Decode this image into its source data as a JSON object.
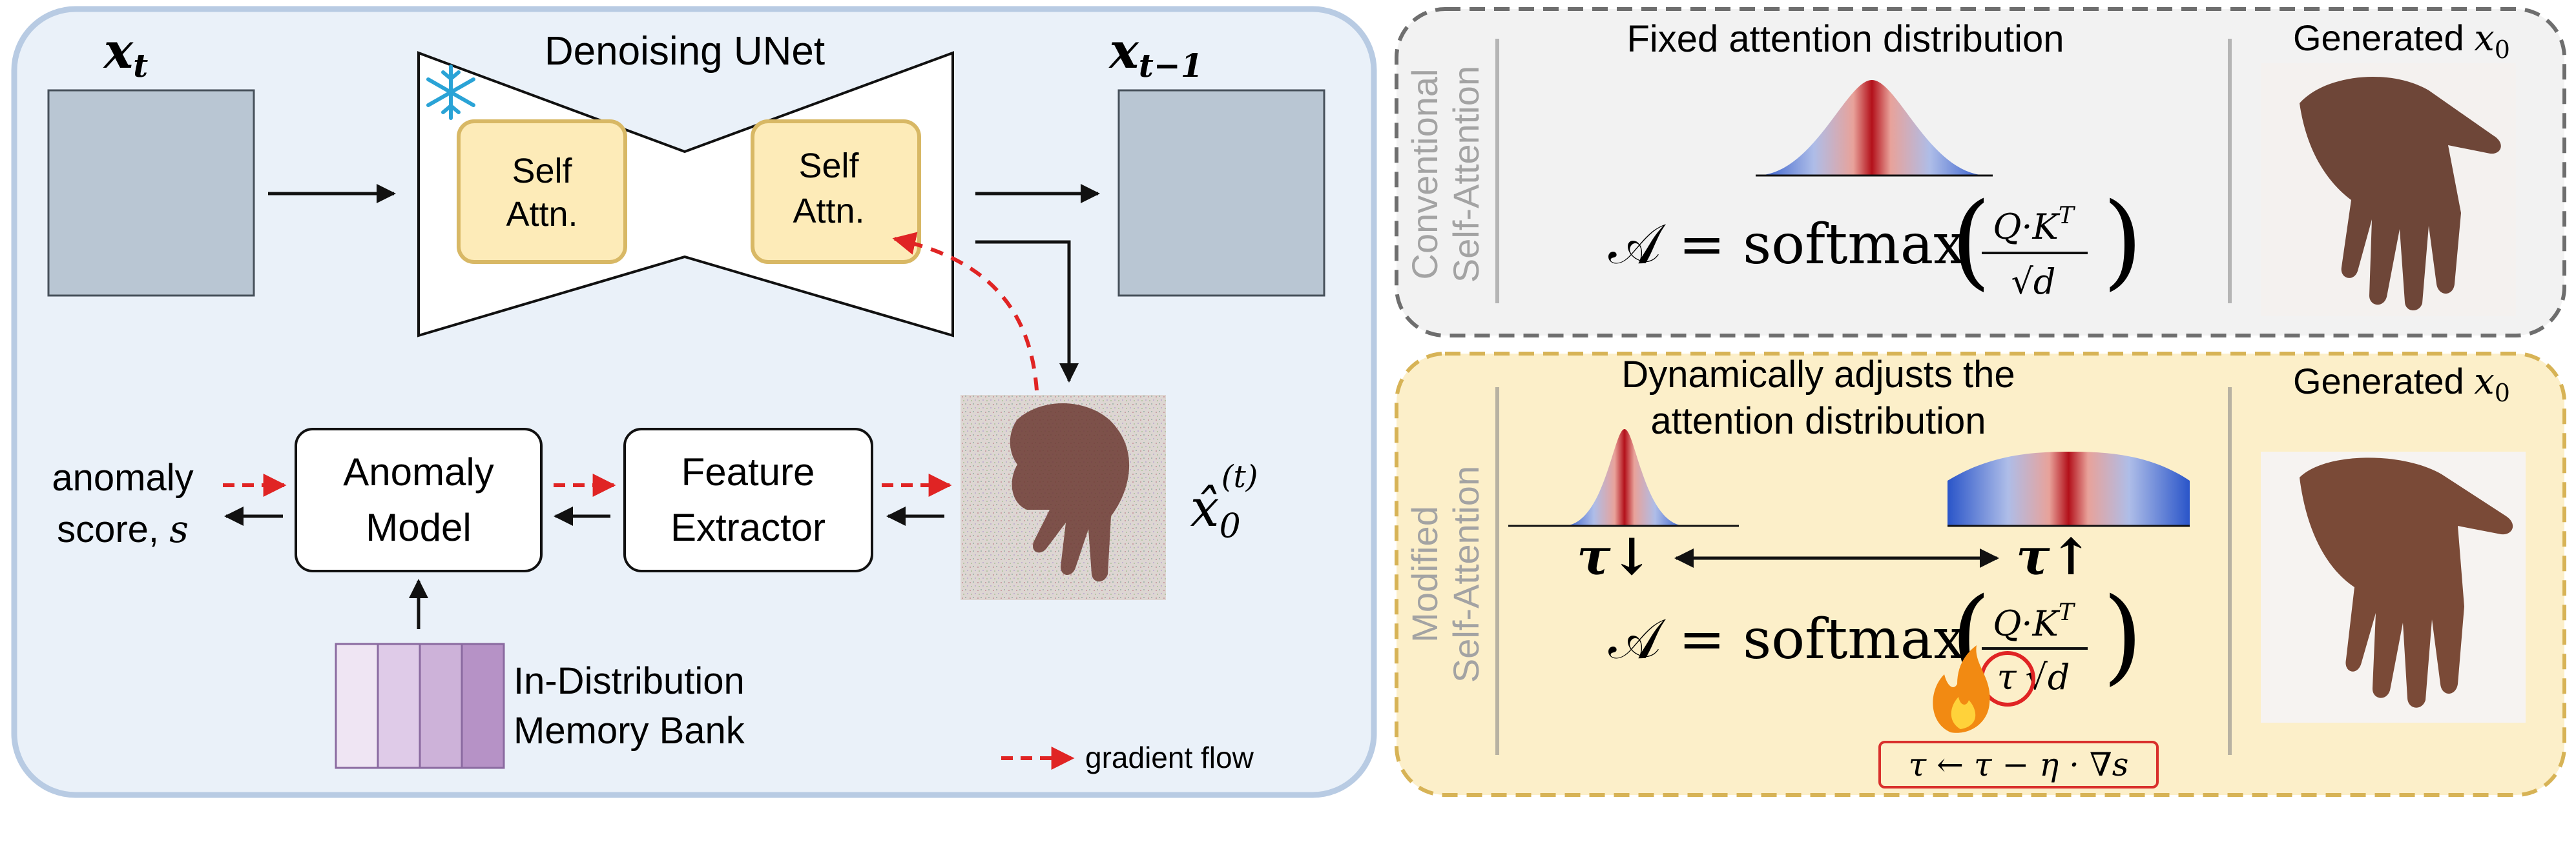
{
  "left_panel": {
    "input_label": "x",
    "input_sub": "t",
    "output_label": "x",
    "output_sub": "t−1",
    "unet_title": "Denoising UNet",
    "self_attn_left": [
      "Self",
      "Attn."
    ],
    "self_attn_right": [
      "Self",
      "Attn."
    ],
    "anomaly_model": [
      "Anomaly",
      "Model"
    ],
    "feature_extractor": [
      "Feature",
      "Extractor"
    ],
    "anomaly_score": [
      "anomaly",
      "score, "
    ],
    "anomaly_score_var": "s",
    "x0_hat": "x̂",
    "x0_hat_sub": "0",
    "x0_hat_sup": "(t)",
    "memory_bank": [
      "In-Distribution",
      "Memory Bank"
    ],
    "legend_gradient": "gradient flow",
    "icons": {
      "frozen": "snowflake-icon"
    }
  },
  "top_right_panel": {
    "side_label": [
      "Conventional",
      "Self-Attention"
    ],
    "heading": "Fixed attention distribution",
    "formula_lhs": "𝒜 = softmax",
    "formula_num": "Q·K",
    "formula_num_sup": "T",
    "formula_den": "√d",
    "generated_label": "Generated ",
    "generated_var": "x",
    "generated_sub": "0"
  },
  "bottom_right_panel": {
    "side_label": [
      "Modified",
      "Self-Attention"
    ],
    "heading": [
      "Dynamically adjusts the",
      "attention distribution"
    ],
    "tau_down": "τ↓",
    "tau_up": "τ↑",
    "formula_lhs": "𝒜 = softmax",
    "formula_num": "Q·K",
    "formula_num_sup": "T",
    "formula_den_tau": "τ",
    "formula_den_rest": "√d",
    "update_rule": "τ ← τ − η · ∇s",
    "generated_label": "Generated ",
    "generated_var": "x",
    "generated_sub": "0",
    "icons": {
      "trainable": "fire-icon"
    }
  },
  "colors": {
    "left_bg": "#eaf1f9",
    "left_border": "#b8cbe3",
    "square_fill": "#b9c6d3",
    "attn_fill": "#fdebb8",
    "attn_stroke": "#d8b865",
    "top_right_bg": "#f2f2f2",
    "top_right_border": "#6e6e6e",
    "bottom_right_bg": "#fcefc9",
    "bottom_right_border": "#d7b356",
    "gradient_red": "#e02424",
    "update_box": "#d9302c",
    "memory_fill": "#cdb2d9"
  }
}
